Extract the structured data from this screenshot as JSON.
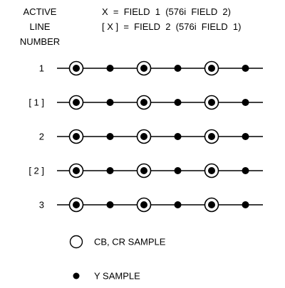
{
  "header": {
    "left": [
      "ACTIVE",
      "LINE",
      "NUMBER"
    ],
    "right": [
      "X  =  FIELD  1  (576i  FIELD  2)",
      "[ X ]  =  FIELD  2  (576i  FIELD  1)"
    ]
  },
  "lines": [
    {
      "label": "1"
    },
    {
      "label": "[ 1 ]"
    },
    {
      "label": "2"
    },
    {
      "label": "[ 2 ]"
    },
    {
      "label": "3"
    }
  ],
  "sample_pattern": [
    "cbcr",
    "y",
    "cbcr",
    "y",
    "cbcr",
    "y"
  ],
  "legend": [
    {
      "type": "cbcr",
      "label": "CB, CR  SAMPLE"
    },
    {
      "type": "y",
      "label": "Y  SAMPLE"
    }
  ],
  "colors": {
    "ink": "#000000",
    "paper": "#ffffff"
  }
}
